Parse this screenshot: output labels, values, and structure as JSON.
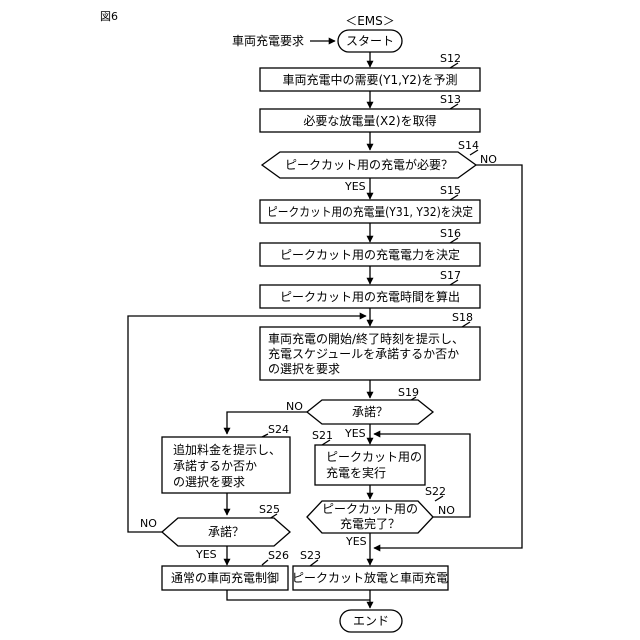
{
  "figure_label": "図6",
  "ems_label": "＜EMS＞",
  "trigger_label": "車両充電要求",
  "start_label": "スタート",
  "end_label": "エンド",
  "steps": {
    "s12": {
      "id": "S12",
      "text": "車両充電中の需要(Y1,Y2)を予測"
    },
    "s13": {
      "id": "S13",
      "text": "必要な放電量(X2)を取得"
    },
    "s14": {
      "id": "S14",
      "text": "ピークカット用の充電が必要？"
    },
    "s15": {
      "id": "S15",
      "text": "ピークカット用の充電量(Y31, Y32)を決定"
    },
    "s16": {
      "id": "S16",
      "text": "ピークカット用の充電電力を決定"
    },
    "s17": {
      "id": "S17",
      "text": "ピークカット用の充電時間を算出"
    },
    "s18": {
      "id": "S18",
      "lines": [
        "車両充電の開始/終了時刻を提示し、",
        "充電スケジュールを承諾するか否か",
        "の選択を要求"
      ]
    },
    "s19": {
      "id": "S19",
      "text": "承諾？"
    },
    "s21": {
      "id": "S21",
      "lines": [
        "ピークカット用の",
        "充電を実行"
      ]
    },
    "s22": {
      "id": "S22",
      "lines": [
        "ピークカット用の",
        "充電完了？"
      ]
    },
    "s23": {
      "id": "S23",
      "text": "ピークカット放電と車両充電"
    },
    "s24": {
      "id": "S24",
      "lines": [
        "追加料金を提示し、",
        "承諾するか否か",
        "の選択を要求"
      ]
    },
    "s25": {
      "id": "S25",
      "text": "承諾？"
    },
    "s26": {
      "id": "S26",
      "text": "通常の車両充電制御"
    }
  },
  "branches": {
    "yes": "YES",
    "no": "NO"
  }
}
